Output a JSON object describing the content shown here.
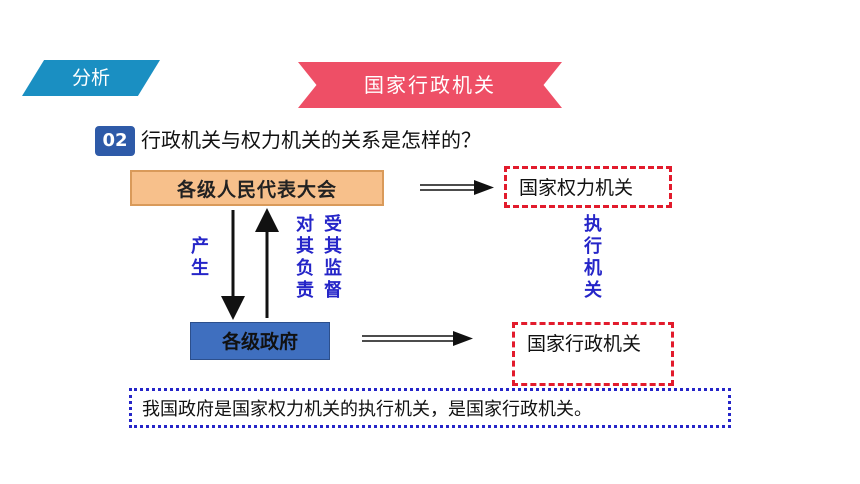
{
  "tag": {
    "label": "分析"
  },
  "header": {
    "title": "国家行政机关"
  },
  "question": {
    "number": "02",
    "text": "行政机关与权力机关的关系是怎样的？"
  },
  "diagram": {
    "congress": "各级人民代表大会",
    "government": "各级政府",
    "power_organ": "国家权力机关",
    "admin_organ": "国家行政机关",
    "produce": "产生",
    "responsible": "对其负责",
    "supervised": "受其监督",
    "executive": "执行机关"
  },
  "summary": "我国政府是国家权力机关的执行机关，是国家行政机关。",
  "colors": {
    "tag": "#1a8fc2",
    "ribbon": "#ee4f66",
    "question_badge": "#2e5aa8",
    "congress_box": "#f7c08b",
    "government_box": "#3f6fbf",
    "dashed_border": "#e21b2c",
    "label_blue": "#2525c8"
  }
}
